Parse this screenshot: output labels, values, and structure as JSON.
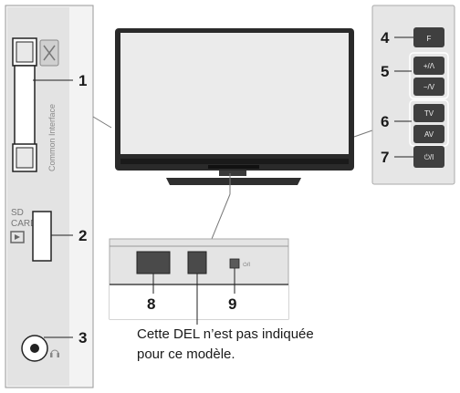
{
  "side_panel": {
    "slot_label": "Common Interface",
    "sd_label_line1": "SD",
    "sd_label_line2": "CARD"
  },
  "callouts": {
    "n1": "1",
    "n2": "2",
    "n3": "3",
    "n4": "4",
    "n5": "5",
    "n6": "6",
    "n7": "7",
    "n8": "8",
    "n9": "9"
  },
  "right_panel": {
    "btn_f": "F",
    "btn_vol_up": "+/Λ",
    "btn_vol_down": "−/V",
    "btn_tv": "TV",
    "btn_av": "AV",
    "btn_power": "⏻/I"
  },
  "front_detail": {
    "power_mark": "⏻/I"
  },
  "caption": {
    "line1": "Cette DEL n’est pas indiquée",
    "line2": "pour ce modèle."
  },
  "colors": {
    "panel_gray": "#e6e6e6",
    "bezel": "#2a2a2a",
    "screen": "#e9e9e9",
    "button_dark": "#3f3f3f"
  }
}
